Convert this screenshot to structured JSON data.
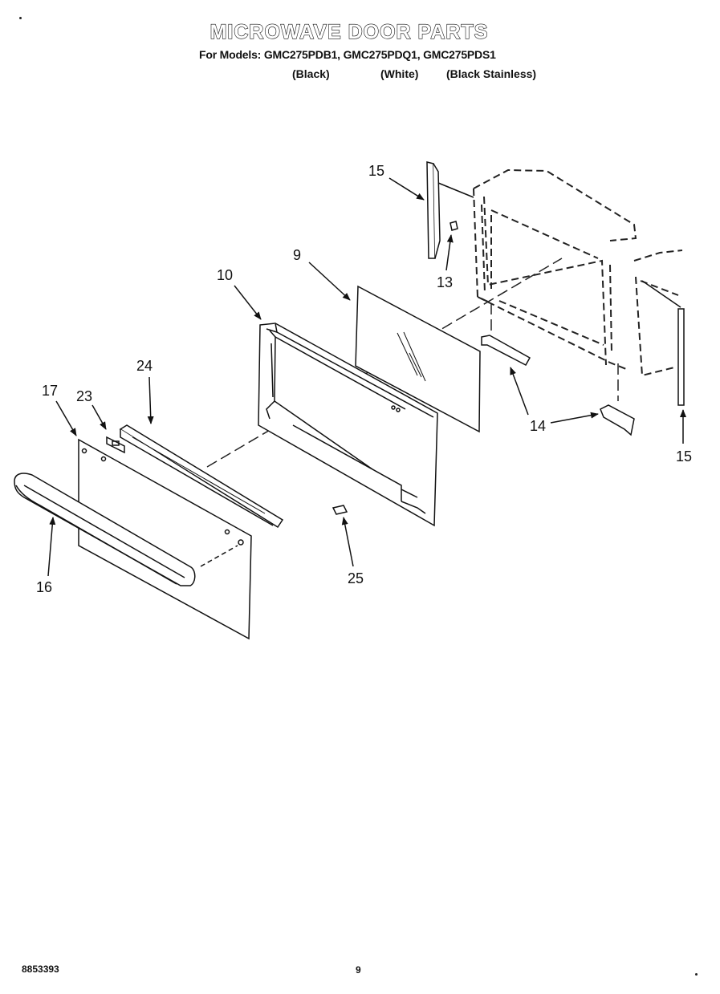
{
  "header": {
    "title": "MICROWAVE DOOR PARTS",
    "models_line": "For Models: GMC275PDB1, GMC275PDQ1, GMC275PDS1",
    "color_black": "(Black)",
    "color_white": "(White)",
    "color_bss": "(Black Stainless)"
  },
  "callouts": {
    "part_9": "9",
    "part_10": "10",
    "part_13": "13",
    "part_14a": "14",
    "part_15a": "15",
    "part_15b": "15",
    "part_16": "16",
    "part_17": "17",
    "part_23": "23",
    "part_24": "24",
    "part_25": "25"
  },
  "footer": {
    "code": "8853393",
    "page": "9"
  }
}
